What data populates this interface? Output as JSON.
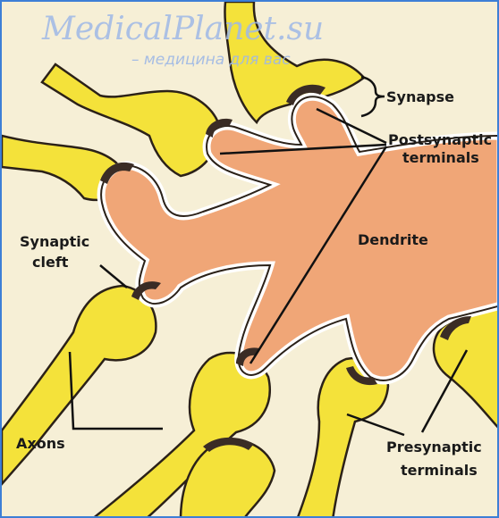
{
  "watermark": {
    "site": "MedicalPlanet.su",
    "tagline": "– медицина для вас"
  },
  "labels": {
    "synapse": "Synapse",
    "postsynaptic_line1": "Postsynaptic",
    "postsynaptic_line2": "terminals",
    "dendrite": "Dendrite",
    "synaptic_cleft_line1": "Synaptic",
    "synaptic_cleft_line2": "cleft",
    "axons": "Axons",
    "presynaptic_line1": "Presynaptic",
    "presynaptic_line2": "terminals"
  },
  "colors": {
    "background": "#f6efd6",
    "dendrite": "#f0a677",
    "axon": "#f4e23a",
    "vesicle": "#3a2c25",
    "cleft": "#ffffff",
    "outline": "#2b2118",
    "frame": "#3d7fd6"
  }
}
